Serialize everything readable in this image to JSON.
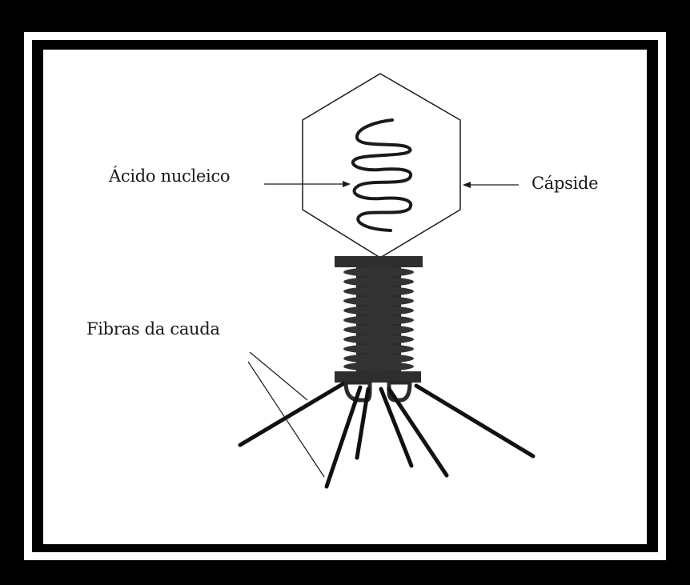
{
  "labels": {
    "nucleic_acid": "Ácido nucleico",
    "capsid": "Cápside",
    "tail_fibers": "Fibras da cauda"
  },
  "colors": {
    "background": "#000000",
    "canvas": "#ffffff",
    "ink": "#1a1a1a",
    "tail": "#333333"
  }
}
